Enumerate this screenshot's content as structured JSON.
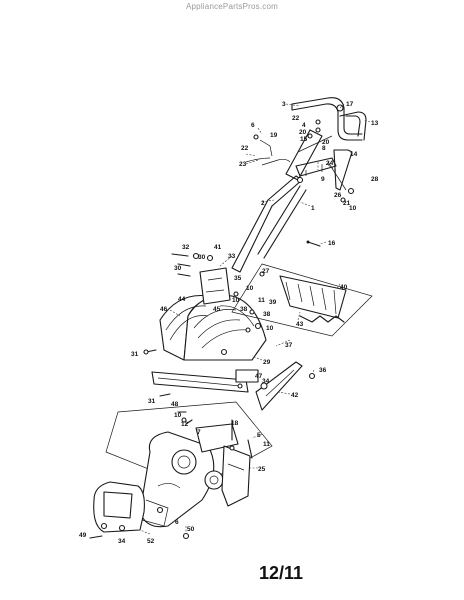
{
  "header": {
    "site": "AppliancePartsPros.com"
  },
  "footer": {
    "page_code": "12/11"
  },
  "callouts": [
    {
      "id": "c3",
      "text": "3"
    },
    {
      "id": "c17",
      "text": "17"
    },
    {
      "id": "c13",
      "text": "13"
    },
    {
      "id": "c22",
      "text": "22"
    },
    {
      "id": "c4",
      "text": "4"
    },
    {
      "id": "c20a",
      "text": "20"
    },
    {
      "id": "c20b",
      "text": "20"
    },
    {
      "id": "c15",
      "text": "15"
    },
    {
      "id": "c8",
      "text": "8"
    },
    {
      "id": "c6",
      "text": "6"
    },
    {
      "id": "c19",
      "text": "19"
    },
    {
      "id": "c14",
      "text": "14"
    },
    {
      "id": "c24",
      "text": "24"
    },
    {
      "id": "c23",
      "text": "23"
    },
    {
      "id": "c28",
      "text": "28"
    },
    {
      "id": "c9",
      "text": "9"
    },
    {
      "id": "c26",
      "text": "26"
    },
    {
      "id": "c21",
      "text": "21"
    },
    {
      "id": "c10a",
      "text": "10"
    },
    {
      "id": "c2",
      "text": "2"
    },
    {
      "id": "c1",
      "text": "1"
    },
    {
      "id": "c16",
      "text": "16"
    },
    {
      "id": "c32",
      "text": "32"
    },
    {
      "id": "c41",
      "text": "41"
    },
    {
      "id": "c30a",
      "text": "30"
    },
    {
      "id": "c33",
      "text": "33"
    },
    {
      "id": "c30b",
      "text": "30"
    },
    {
      "id": "c27",
      "text": "27"
    },
    {
      "id": "c35",
      "text": "35"
    },
    {
      "id": "c10b",
      "text": "10"
    },
    {
      "id": "c40",
      "text": "40"
    },
    {
      "id": "c44",
      "text": "44"
    },
    {
      "id": "c10c",
      "text": "10"
    },
    {
      "id": "c11a",
      "text": "11"
    },
    {
      "id": "c39",
      "text": "39"
    },
    {
      "id": "c45",
      "text": "45"
    },
    {
      "id": "c38a",
      "text": "38"
    },
    {
      "id": "c38b",
      "text": "38"
    },
    {
      "id": "c46",
      "text": "46"
    },
    {
      "id": "c43",
      "text": "43"
    },
    {
      "id": "c10d",
      "text": "10"
    },
    {
      "id": "c37",
      "text": "37"
    },
    {
      "id": "c31a",
      "text": "31"
    },
    {
      "id": "c29",
      "text": "29"
    },
    {
      "id": "c47",
      "text": "47"
    },
    {
      "id": "c36",
      "text": "36"
    },
    {
      "id": "c34a",
      "text": "34"
    },
    {
      "id": "c42",
      "text": "42"
    },
    {
      "id": "c31b",
      "text": "31"
    },
    {
      "id": "c48",
      "text": "48"
    },
    {
      "id": "c10e",
      "text": "10"
    },
    {
      "id": "c12",
      "text": "12"
    },
    {
      "id": "c18",
      "text": "18"
    },
    {
      "id": "c7",
      "text": "7"
    },
    {
      "id": "c5",
      "text": "5"
    },
    {
      "id": "c11b",
      "text": "11"
    },
    {
      "id": "c25",
      "text": "25"
    },
    {
      "id": "c6b",
      "text": "6"
    },
    {
      "id": "c50",
      "text": "50"
    },
    {
      "id": "c49",
      "text": "49"
    },
    {
      "id": "c34b",
      "text": "34"
    },
    {
      "id": "c52",
      "text": "52"
    }
  ]
}
